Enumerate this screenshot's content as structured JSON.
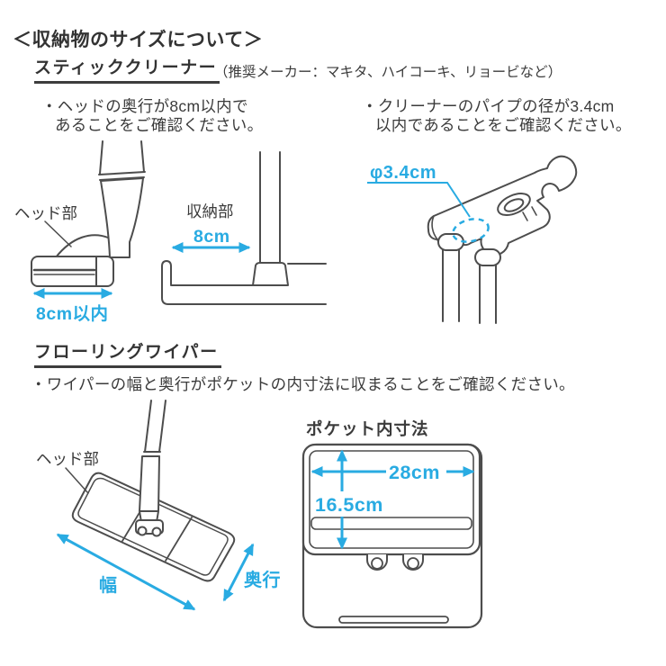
{
  "page": {
    "title": "＜収納物のサイズについて＞",
    "accent_blue": "#29abe2",
    "line_color": "#4d4d4d",
    "text_color": "#3b3b3b"
  },
  "stick_cleaner": {
    "heading": "スティッククリーナー",
    "maker_note": "（推奨メーカー：マキタ、ハイコーキ、リョービなど）",
    "note_head_line1": "・ヘッドの奥行が8cm以内で",
    "note_head_line2": "あることをご確認ください。",
    "note_pipe_line1": "・クリーナーのパイプの径が3.4cm",
    "note_pipe_line2": "以内であることをご確認ください。",
    "head_label": "ヘッド部",
    "head_width_dim": "8cm以内",
    "storage_label": "収納部",
    "storage_dim": "8cm",
    "pipe_dia_dim": "φ3.4cm"
  },
  "floor_wiper": {
    "heading": "フローリングワイパー",
    "note": "・ワイパーの幅と奥行がポケットの内寸法に収まることをご確認ください。",
    "head_label": "ヘッド部",
    "width_label": "幅",
    "depth_label": "奥行",
    "pocket_heading": "ポケット内寸法",
    "pocket_width_dim": "28cm",
    "pocket_height_dim": "16.5cm"
  }
}
